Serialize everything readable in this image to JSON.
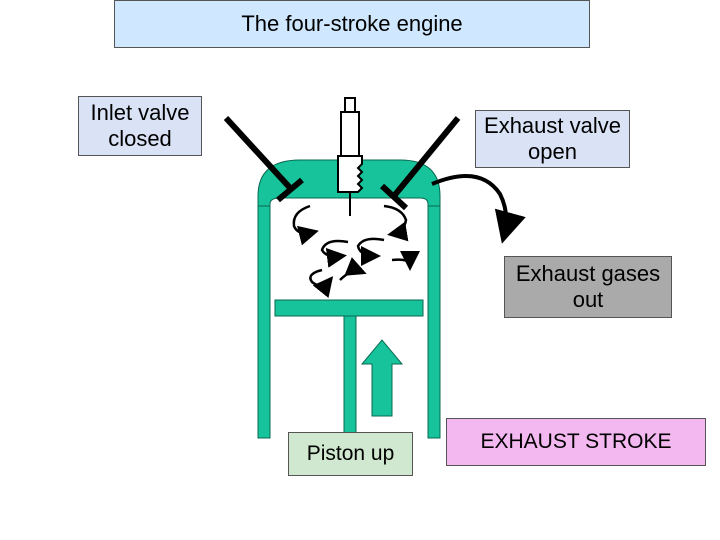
{
  "title": "The four-stroke engine",
  "labels": {
    "inlet_valve": "Inlet valve\nclosed",
    "exhaust_valve": "Exhaust valve\nopen",
    "exhaust_gases": "Exhaust gases\nout",
    "piston": "Piston up",
    "stroke": "EXHAUST STROKE"
  },
  "colors": {
    "cylinder": "#16c39a",
    "title_bg": "#cfe8ff",
    "valve_label_bg": "#d9e3f5",
    "gases_bg": "#aaaaaa",
    "piston_label_bg": "#cfe8cf",
    "stroke_bg": "#f4b8f0"
  }
}
